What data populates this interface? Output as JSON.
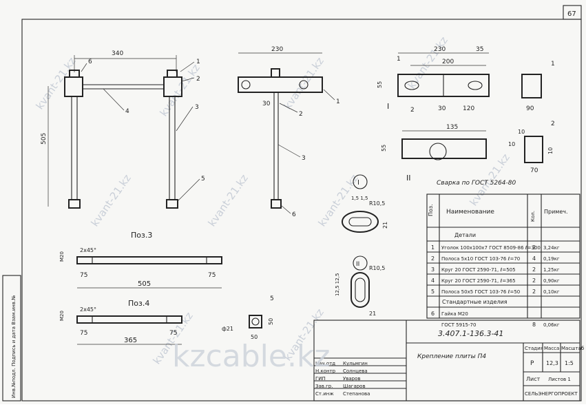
{
  "page_number": "67",
  "watermark_text": "kvant-21.kz",
  "big_watermark": "kzcable.kz",
  "views": {
    "pos3_label": "Поз.3",
    "pos4_label": "Поз.4",
    "sec1_mark": "I",
    "sec2_mark": "II",
    "weld_note": "Сварка по ГОСТ 5264-80"
  },
  "dims": {
    "d340": "340",
    "d505": "505",
    "d230": "230",
    "d30": "30",
    "d35": "35",
    "d200": "200",
    "d55": "55",
    "d30b": "30",
    "d120": "120",
    "d90": "90",
    "d135": "135",
    "d55b": "55",
    "d10": "10",
    "d10b": "10",
    "d10c": "10",
    "d70": "70",
    "m20a": "M20",
    "m20b": "M20",
    "chamfer_a": "2x45°",
    "chamfer_b": "2x45°",
    "d75a": "75",
    "d75b": "75",
    "d505b": "505",
    "d75c": "75",
    "d75d": "75",
    "d365": "365",
    "d21": "ф21",
    "d50": "50",
    "d50b": "50",
    "r105a": "R10,5",
    "r105b": "R10,5",
    "d21b": "21",
    "d21c": "21",
    "d1515": "1,5 1,5",
    "d12525": "12,5 12,5"
  },
  "callouts": [
    "1",
    "2",
    "3",
    "4",
    "5",
    "6"
  ],
  "spec_table": {
    "headers": {
      "pos": "Поз.",
      "name": "Наименование",
      "qty": "Кол.",
      "note": "Примеч."
    },
    "section_details": "Детали",
    "section_std": "Стандартные изделия",
    "rows": [
      {
        "pos": "1",
        "name": "Уголок 100х100х7 ГОСТ 8509-86 ℓ=300",
        "qty": "2",
        "note": "3,24кг"
      },
      {
        "pos": "2",
        "name": "Полоса 5х10 ГОСТ 103-76 ℓ=70",
        "qty": "4",
        "note": "0,19кг"
      },
      {
        "pos": "3",
        "name": "Круг 20 ГОСТ 2590-71, ℓ=505",
        "qty": "2",
        "note": "1,25кг"
      },
      {
        "pos": "4",
        "name": "Круг 20 ГОСТ 2590-71, ℓ=365",
        "qty": "2",
        "note": "0,90кг"
      },
      {
        "pos": "5",
        "name": "Полоса 50х5 ГОСТ 103-76 ℓ=50",
        "qty": "2",
        "note": "0,10кг"
      },
      {
        "pos": "6",
        "name": "Гайка М20",
        "qty": "",
        "note": ""
      },
      {
        "pos": "",
        "name": "ГОСТ 5915-70",
        "qty": "8",
        "note": "0,06кг"
      }
    ]
  },
  "title_block": {
    "doc_code": "3.407.1-136.3-41",
    "title": "Крепление плиты П4",
    "stage_h": "Стадия",
    "mass_h": "Масса",
    "scale_h": "Масштаб",
    "stage": "Р",
    "mass": "12,3",
    "scale": "1:5",
    "sheet_label": "Лист",
    "sheets_label": "Листов 1",
    "org": "СЕЛЬЭНЕРГОПРОЕКТ",
    "roles": [
      {
        "role": "Нач.отд",
        "name": "Кульмгин"
      },
      {
        "role": "Н.контр",
        "name": "Солнцева"
      },
      {
        "role": "ГИП",
        "name": "Уваров"
      },
      {
        "role": "Зав.гр.",
        "name": "Шагаров"
      },
      {
        "role": "Ст.инж",
        "name": "Степанова"
      }
    ]
  },
  "side_stamp": "Инв.№подл. Подпись и дата Взам.инв.№"
}
